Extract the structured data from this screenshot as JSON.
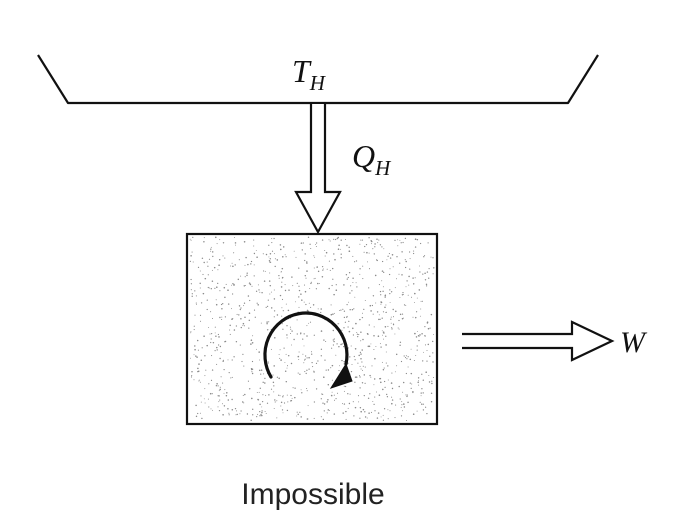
{
  "reservoir": {
    "label_main": "T",
    "label_sub": "H"
  },
  "heat_input": {
    "label_main": "Q",
    "label_sub": "H"
  },
  "work_output": {
    "label": "W"
  },
  "engine": {
    "cycle_icon": "circular-arrow-icon"
  },
  "caption": "Impossible",
  "colors": {
    "ink": "#111111",
    "stipple": "#8a8a8a",
    "background": "#ffffff"
  }
}
